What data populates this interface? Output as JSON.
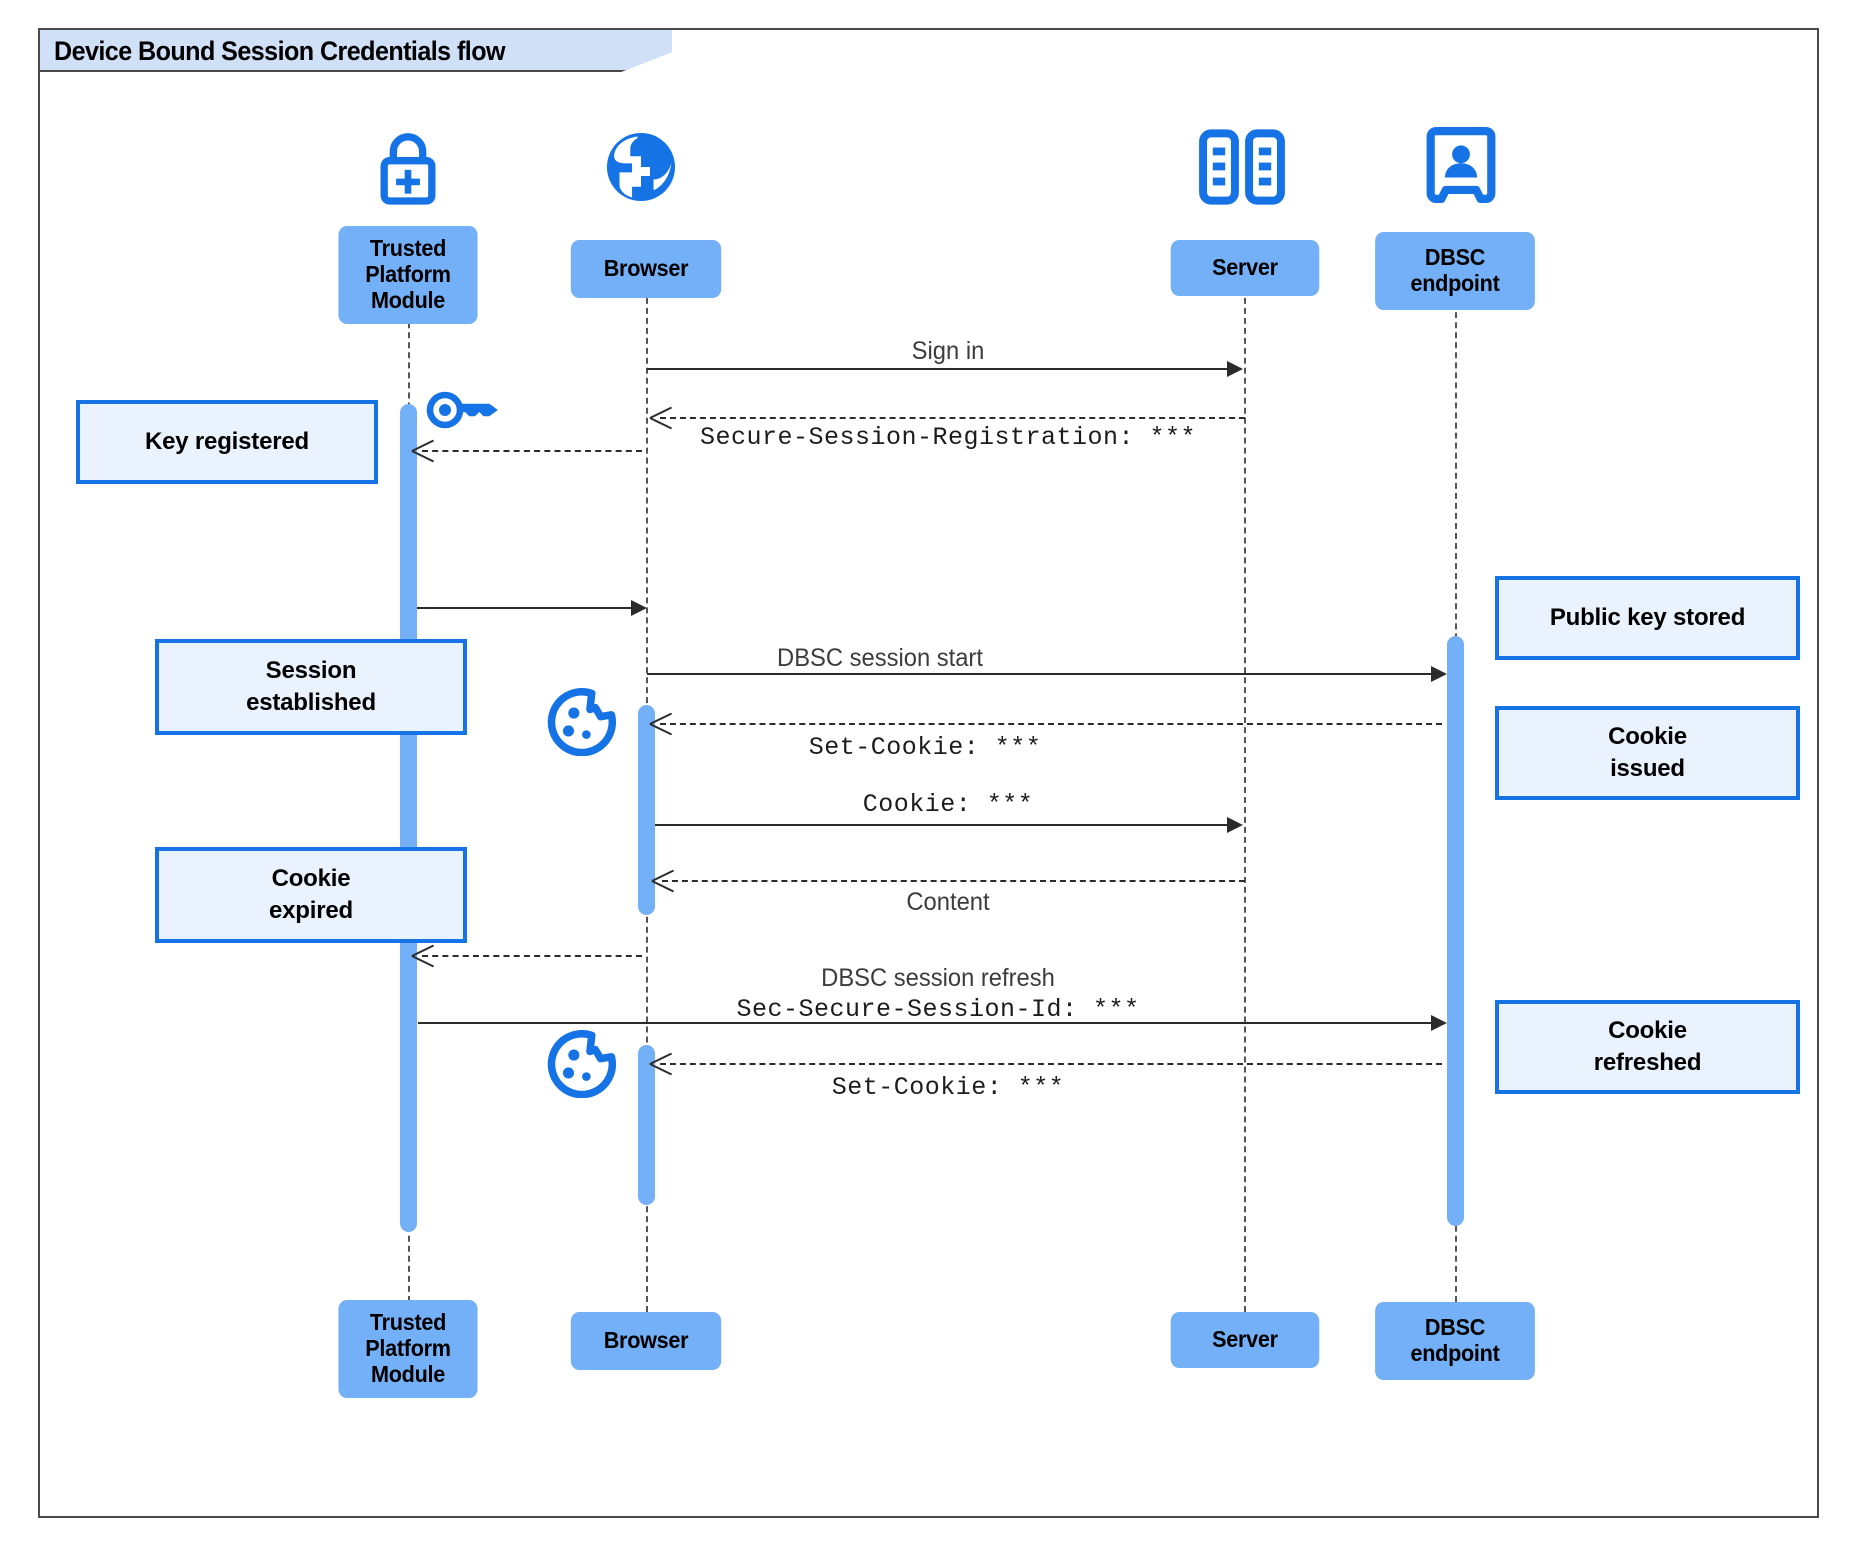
{
  "frame": {
    "title": "Device Bound Session Credentials flow",
    "border_color": "#4a4a4a",
    "title_fill": "#cfe0f7"
  },
  "colors": {
    "participant_fill": "#74b0f7",
    "icon_blue": "#1573e6",
    "note_fill": "#eaf2fd",
    "note_border": "#1573e6",
    "activation_fill": "#74b0f7",
    "line": "#2b2b2b"
  },
  "participants": [
    {
      "id": "tpm",
      "label": "Trusted\nPlatform\nModule",
      "label_line1": "Trusted",
      "label_line2": "Platform",
      "label_line3": "Module",
      "icon": "lock-plus-icon"
    },
    {
      "id": "browser",
      "label": "Browser",
      "icon": "globe-icon"
    },
    {
      "id": "server",
      "label": "Server",
      "icon": "server-racks-icon"
    },
    {
      "id": "dbsc",
      "label": "DBSC\nendpoint",
      "label_line1": "DBSC",
      "label_line2": "endpoint",
      "icon": "id-badge-icon"
    }
  ],
  "messages": [
    {
      "id": "m1",
      "from": "browser",
      "to": "server",
      "label": "Sign in",
      "style": "solid",
      "arrow": "filled"
    },
    {
      "id": "m2",
      "from": "server",
      "to": "browser",
      "label": "Secure-Session-Registration: ***",
      "style": "dashed",
      "arrow": "open",
      "mono": true
    },
    {
      "id": "m3",
      "from": "server",
      "to": "tpm",
      "label": "",
      "style": "dashed",
      "arrow": "open"
    },
    {
      "id": "m4",
      "from": "tpm",
      "to": "browser",
      "label": "",
      "style": "solid",
      "arrow": "filled"
    },
    {
      "id": "m5",
      "from": "browser",
      "to": "dbsc",
      "label": "DBSC session start",
      "style": "solid",
      "arrow": "filled"
    },
    {
      "id": "m6",
      "from": "dbsc",
      "to": "browser",
      "label": "Set-Cookie: ***",
      "style": "dashed",
      "arrow": "open",
      "mono": true
    },
    {
      "id": "m7",
      "from": "browser",
      "to": "server",
      "label": "Cookie: ***",
      "style": "solid",
      "arrow": "filled",
      "mono": true
    },
    {
      "id": "m8",
      "from": "server",
      "to": "browser",
      "label": "Content",
      "style": "dashed",
      "arrow": "open"
    },
    {
      "id": "m9",
      "from": "browser",
      "to": "tpm",
      "label": "",
      "style": "dashed",
      "arrow": "open"
    },
    {
      "id": "m10",
      "from": "tpm",
      "to": "dbsc",
      "label": "DBSC session refresh",
      "label2": "Sec-Secure-Session-Id: ***",
      "style": "solid",
      "arrow": "filled"
    },
    {
      "id": "m11",
      "from": "dbsc",
      "to": "browser",
      "label": "Set-Cookie: ***",
      "style": "dashed",
      "arrow": "open",
      "mono": true
    }
  ],
  "notes": [
    {
      "id": "n1",
      "text": "Key registered",
      "side": "left",
      "attached_to": "tpm"
    },
    {
      "id": "n2",
      "text_line1": "Session",
      "text_line2": "established",
      "side": "left",
      "attached_to": "tpm"
    },
    {
      "id": "n3",
      "text_line1": "Cookie",
      "text_line2": "expired",
      "side": "left",
      "attached_to": "tpm"
    },
    {
      "id": "n4",
      "text": "Public key stored",
      "side": "right",
      "attached_to": "dbsc"
    },
    {
      "id": "n5",
      "text_line1": "Cookie",
      "text_line2": "issued",
      "side": "right",
      "attached_to": "dbsc"
    },
    {
      "id": "n6",
      "text_line1": "Cookie",
      "text_line2": "refreshed",
      "side": "right",
      "attached_to": "dbsc"
    }
  ],
  "decorations": [
    {
      "id": "d1",
      "icon": "key-icon",
      "near": "tpm"
    },
    {
      "id": "d2",
      "icon": "cookie-icon",
      "near": "browser"
    },
    {
      "id": "d3",
      "icon": "cookie-icon",
      "near": "browser"
    }
  ]
}
